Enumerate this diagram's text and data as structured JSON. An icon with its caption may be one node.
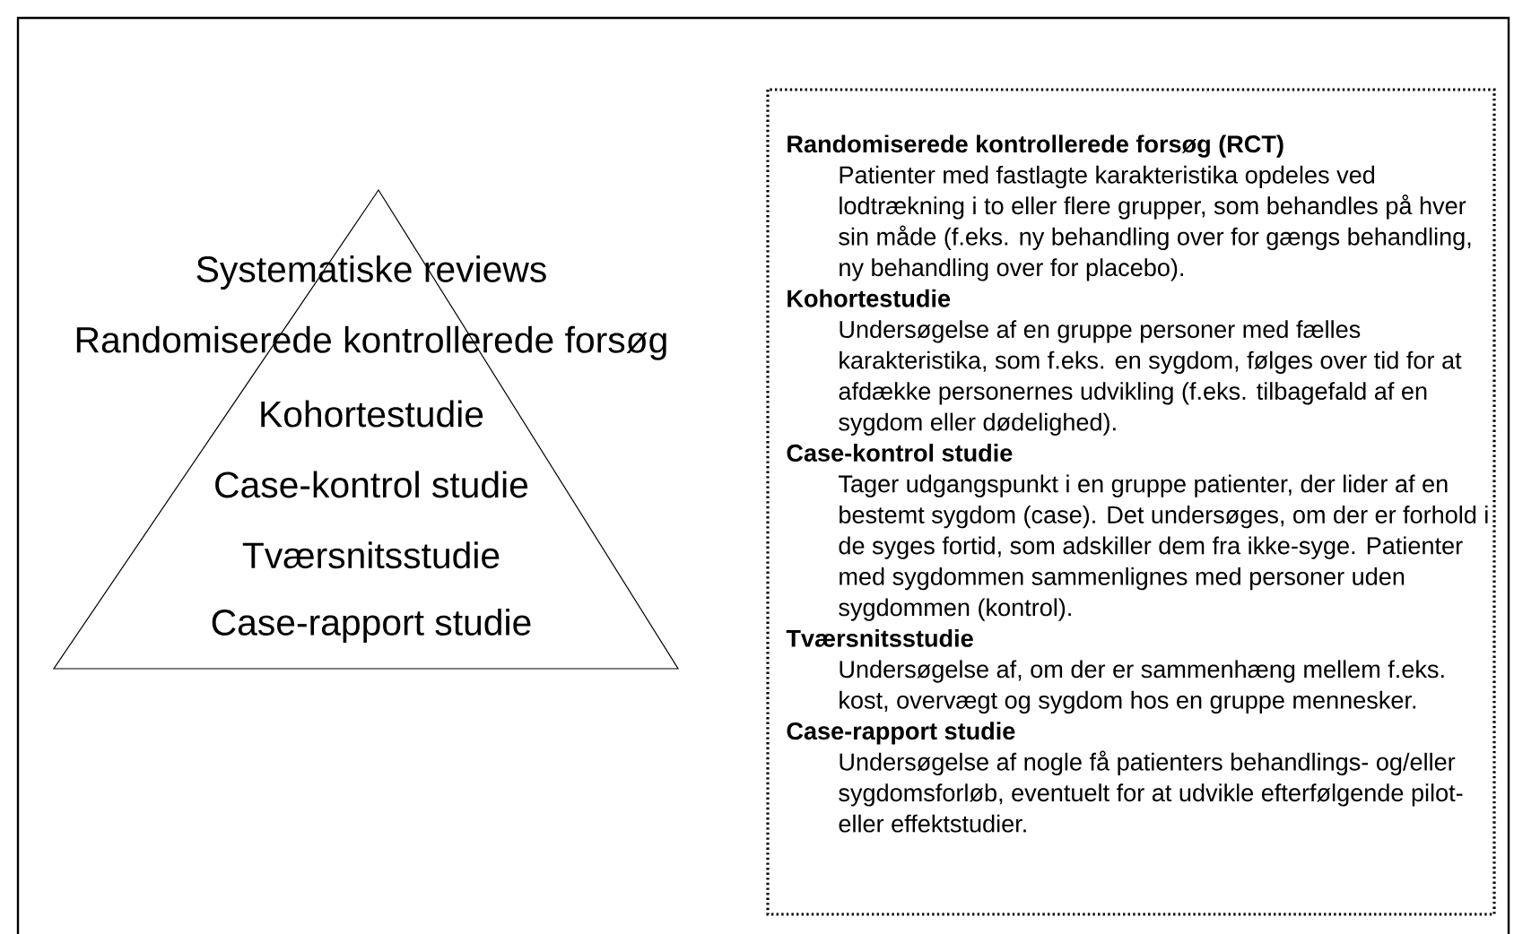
{
  "diagram": {
    "nodes": [
      {
        "text": [
          "Systematiske reviews",
          "Randomiserede kontrollerede forsøg",
          "Kohortestudie",
          "Case-kontrol studie",
          "Tværsnitsstudie",
          "Case-rapport studie"
        ]
      },
      {
        "text": [
          "Randomiserede kontrollerede forsøg (RCT)",
          "Patienter med fastlagte karakteristika opdeles ved lodtrækning i to eller flere grupper, som behandles på hver sin måde (f.eks. ny behandling over for gængs behandling, ny behandling over for placebo).",
          "Kohortestudie",
          "Undersøgelse af en gruppe personer med fælles karakteristika, som f.eks. en sygdom, følges over tid for at afdække personernes udvikling (f.eks. tilbagefald af en sygdom eller dødelighed).",
          "Case-kontrol studie",
          "Tager udgangspunkt i en gruppe patienter, der lider af en bestemt sygdom (case). Det undersøges, om der er forhold i de syges fortid, som adskiller dem fra ikke-syge. Patienter med sygdommen sammenlignes med personer uden sygdommen (kontrol).",
          "Tværsnitsstudie",
          "Undersøgelse af, om der er sammenhæng mellem f.eks. kost, overvægt og sygdom hos en gruppe mennesker.",
          "Case-rapport studie",
          "Undersøgelse af nogle få patienters behandlings- og/eller sygdomsforløb, eventuelt for at udvikle efterfølgende pilot- eller effektstudier."
        ]
      }
    ]
  }
}
